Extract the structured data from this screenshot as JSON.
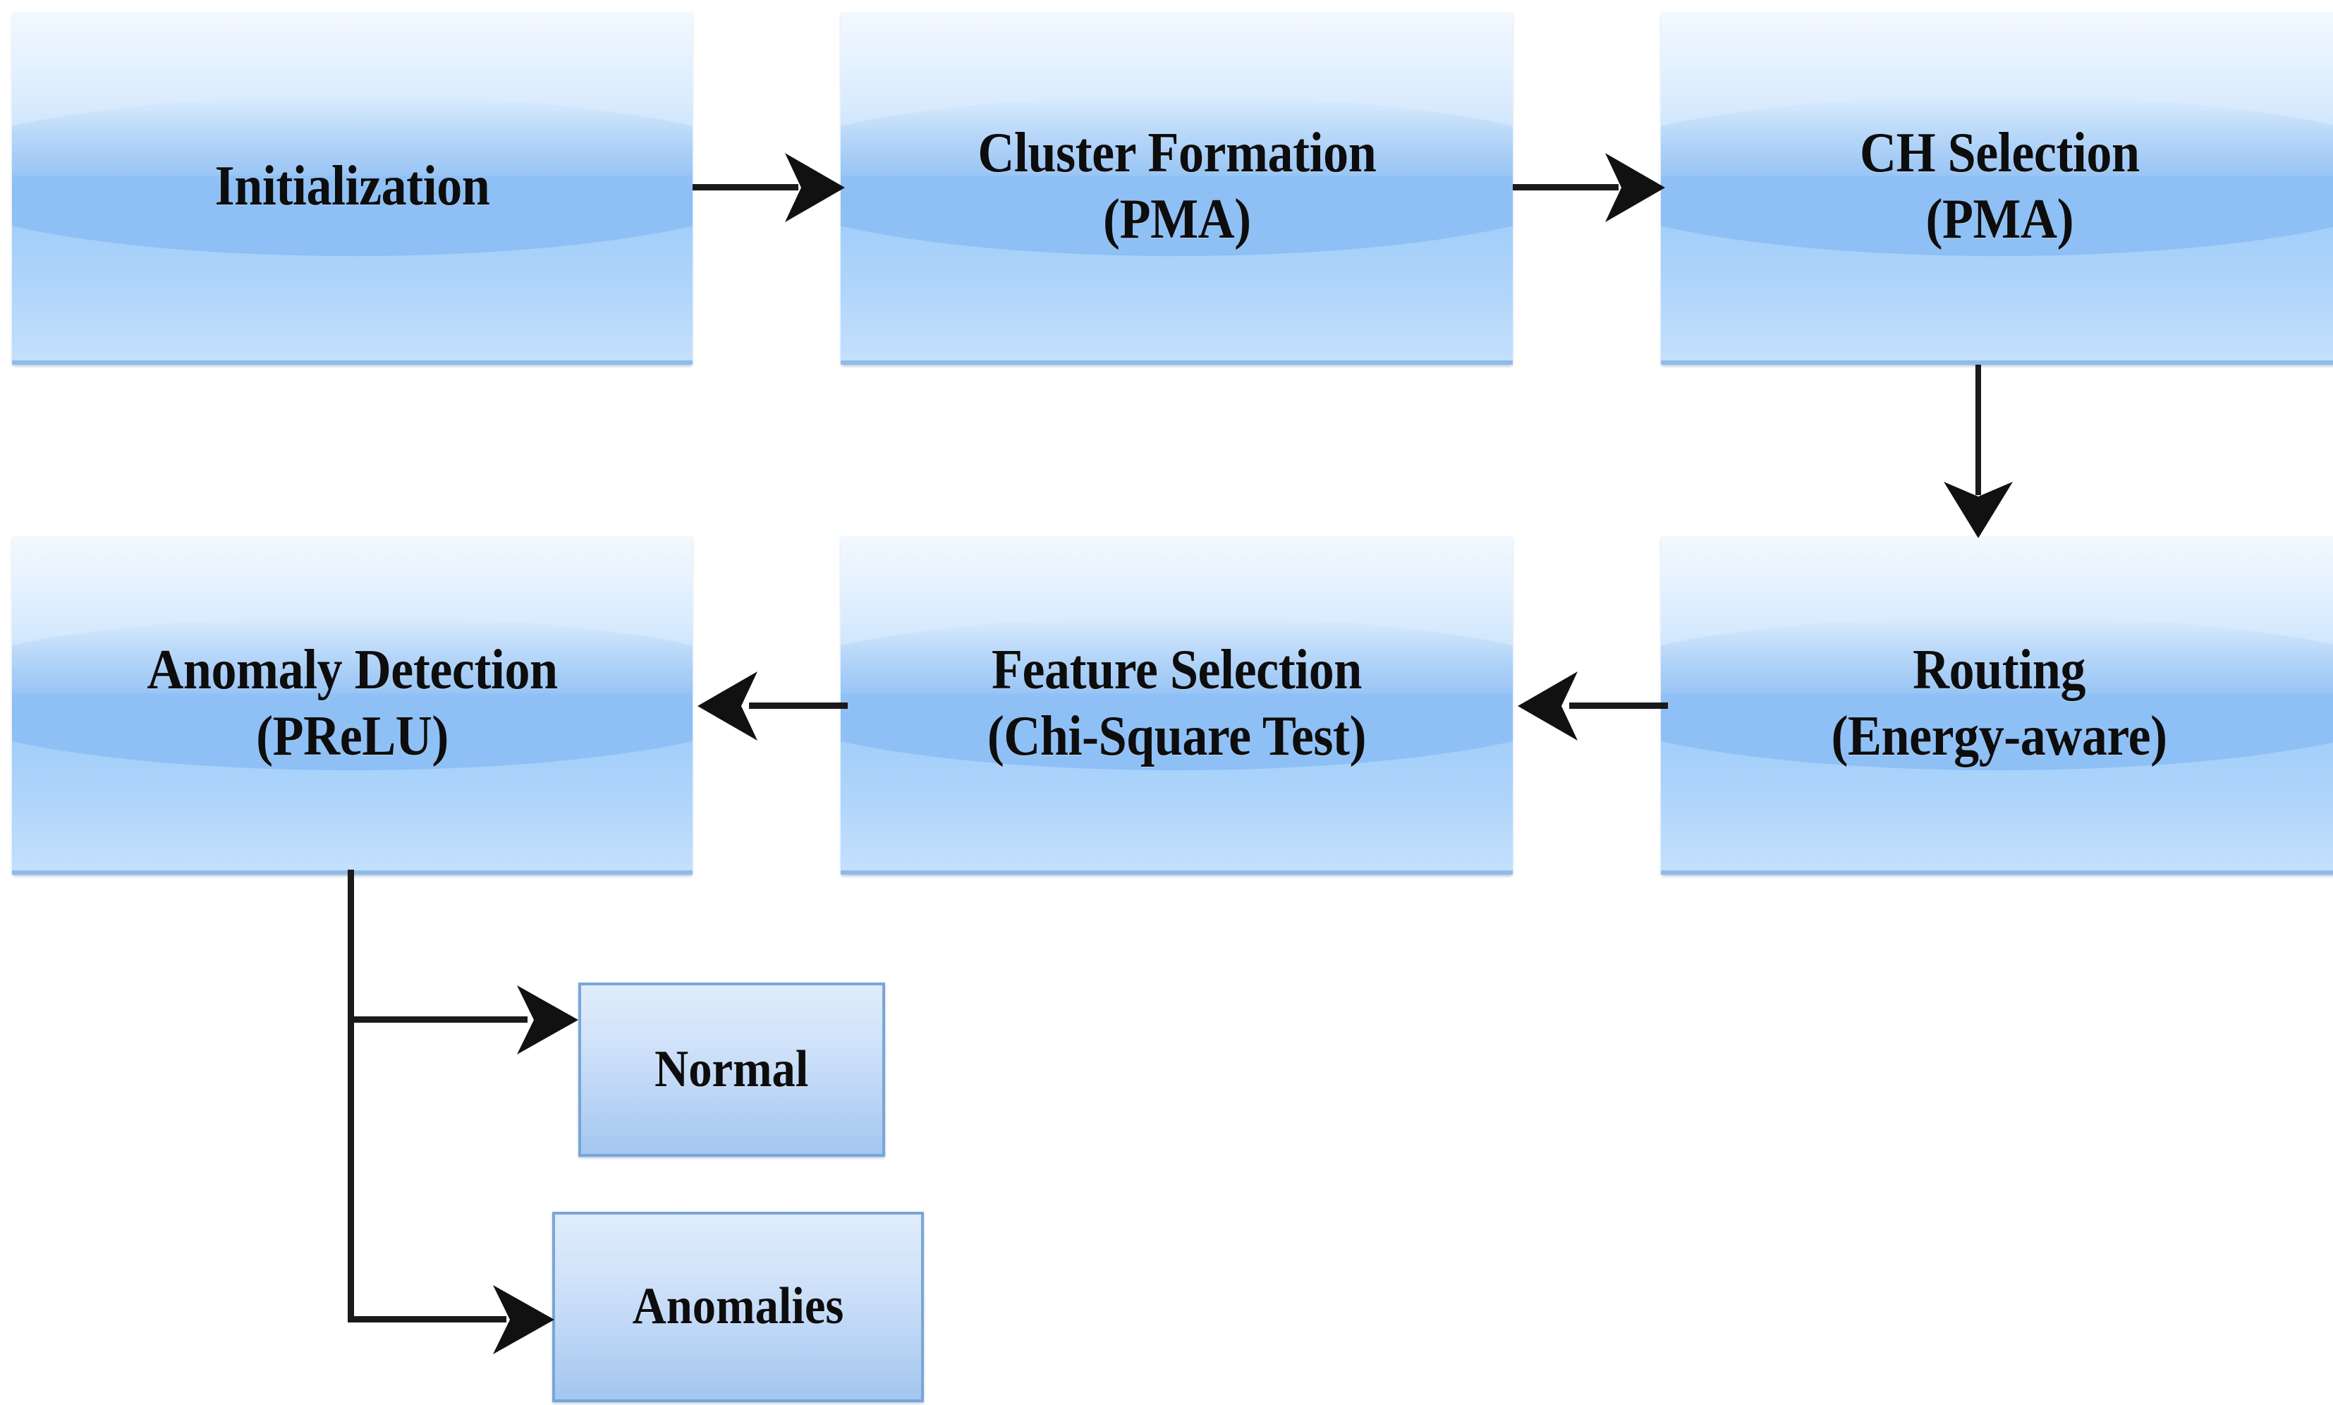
{
  "diagram": {
    "title": "Anomaly Detection Framework Flowchart",
    "colors": {
      "node_fill_top": "#f2f8ff",
      "node_fill_mid": "#a4cffa",
      "node_fill_bottom": "#c3e0fd",
      "node_border_bottom": "#8fbbe8",
      "leaf_border": "#7aa6d6",
      "leaf_fill_top": "#dfecfb",
      "leaf_fill_bottom": "#a3c6ef",
      "connector": "#1a1a1a",
      "text": "#0d0d0d",
      "background": "#ffffff"
    },
    "nodes": [
      {
        "id": "initialization",
        "line1": "Initialization",
        "line2": ""
      },
      {
        "id": "cluster-formation",
        "line1": "Cluster Formation",
        "line2": "(PMA)"
      },
      {
        "id": "ch-selection",
        "line1": "CH Selection",
        "line2": "(PMA)"
      },
      {
        "id": "anomaly-detection",
        "line1": "Anomaly Detection",
        "line2": "(PReLU)"
      },
      {
        "id": "feature-selection",
        "line1": "Feature Selection",
        "line2": "(Chi-Square Test)"
      },
      {
        "id": "routing",
        "line1": "Routing",
        "line2": "(Energy-aware)"
      }
    ],
    "outcomes": [
      {
        "id": "normal",
        "label": "Normal"
      },
      {
        "id": "anomalies",
        "label": "Anomalies"
      }
    ],
    "connectors": [
      {
        "id": "init-to-cluster",
        "from": "initialization",
        "to": "cluster-formation",
        "direction": "right"
      },
      {
        "id": "cluster-to-ch",
        "from": "cluster-formation",
        "to": "ch-selection",
        "direction": "right"
      },
      {
        "id": "ch-to-routing",
        "from": "ch-selection",
        "to": "routing",
        "direction": "down"
      },
      {
        "id": "routing-to-feature",
        "from": "routing",
        "to": "feature-selection",
        "direction": "left"
      },
      {
        "id": "feature-to-anomaly",
        "from": "feature-selection",
        "to": "anomaly-detection",
        "direction": "left"
      },
      {
        "id": "anomaly-to-normal",
        "from": "anomaly-detection",
        "to": "normal",
        "direction": "elbow-right"
      },
      {
        "id": "anomaly-to-anomalies",
        "from": "anomaly-detection",
        "to": "anomalies",
        "direction": "elbow-right"
      }
    ]
  }
}
